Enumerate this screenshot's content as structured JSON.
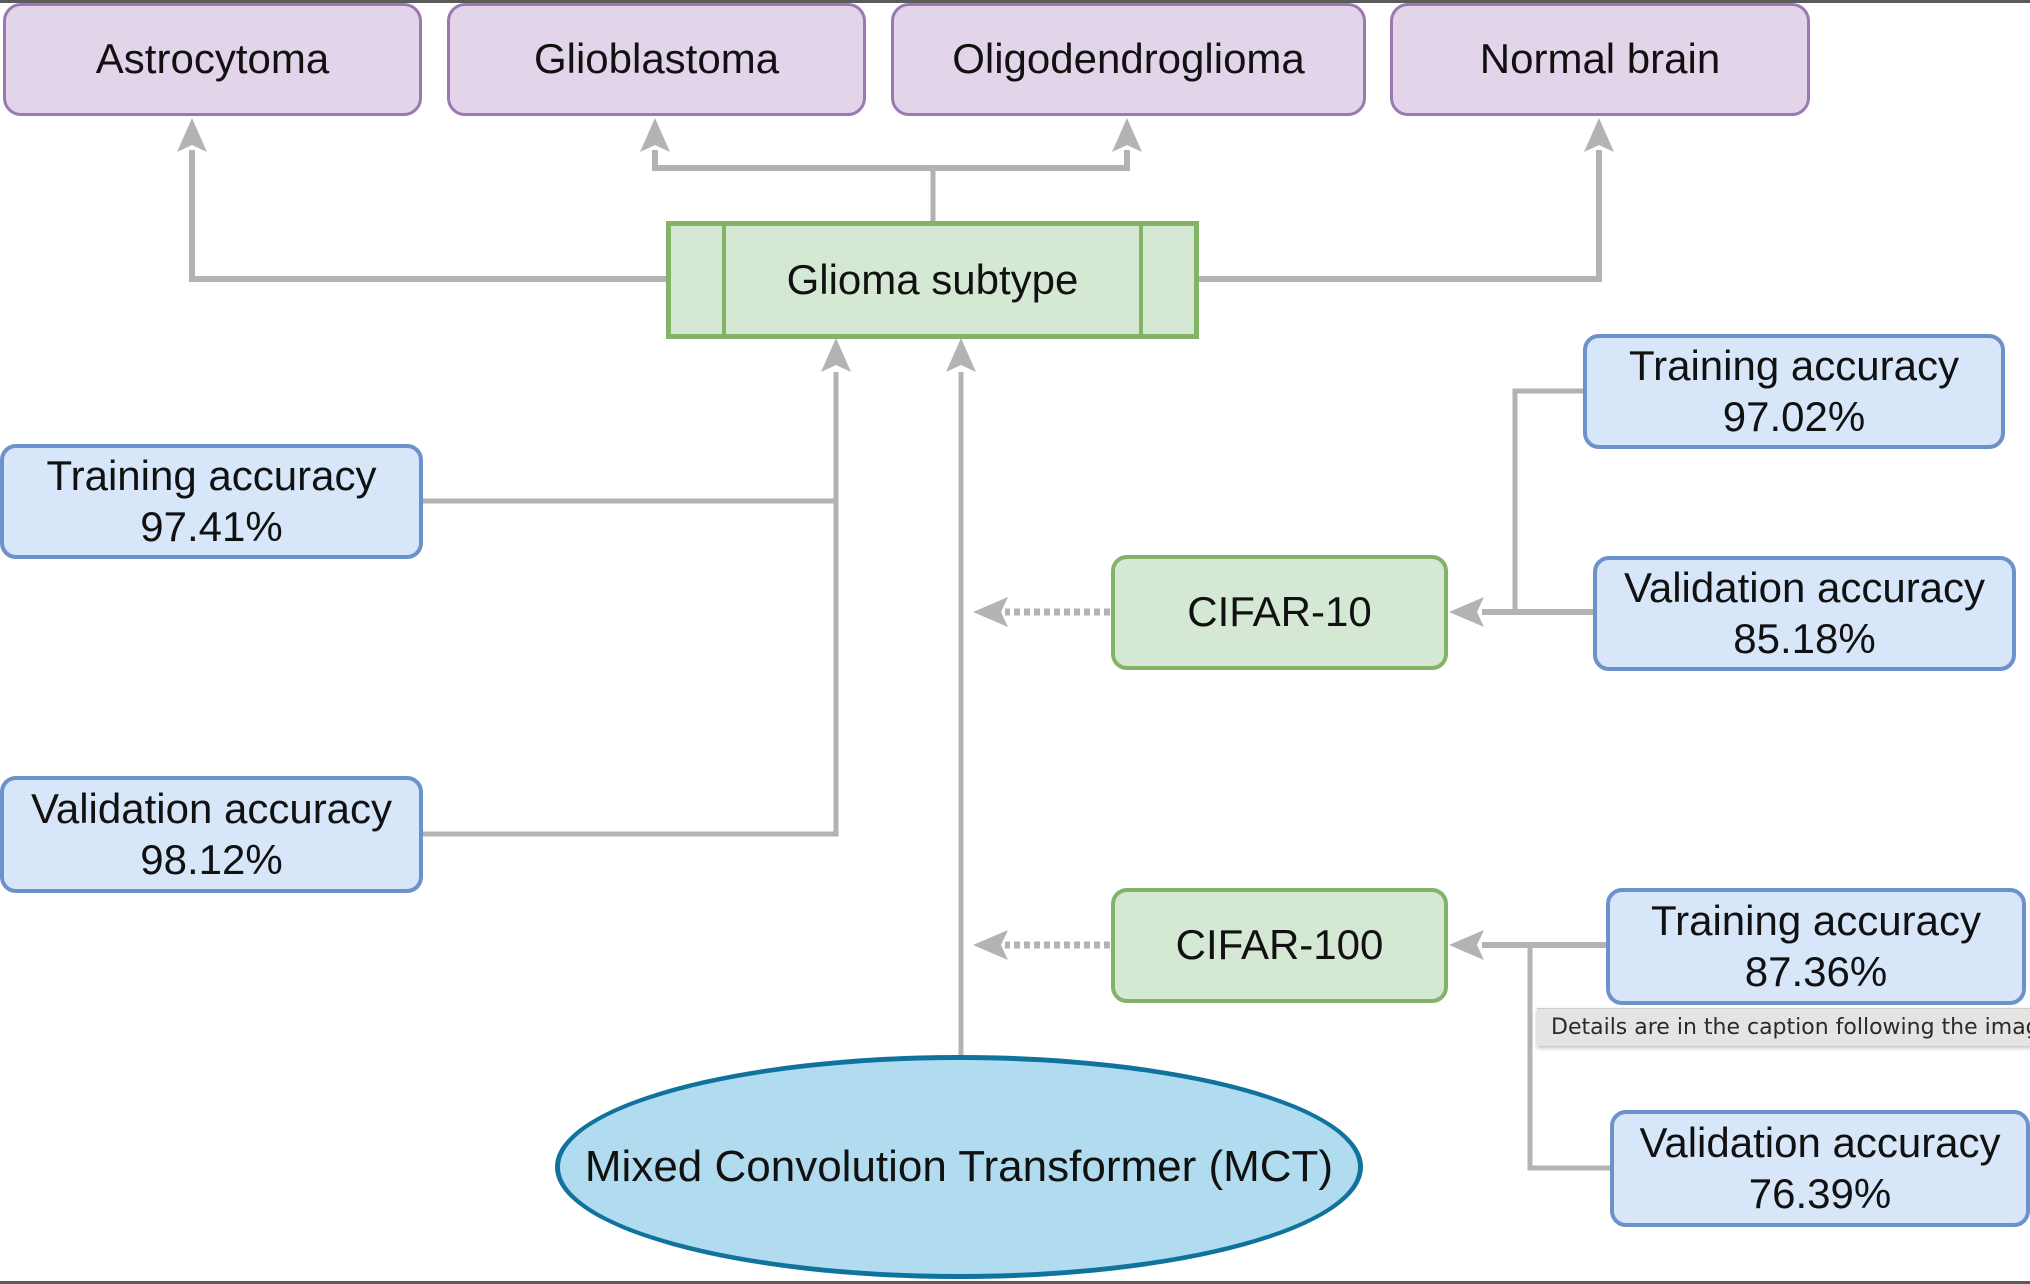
{
  "diagram": {
    "outputs": [
      {
        "label": "Astrocytoma"
      },
      {
        "label": "Glioblastoma"
      },
      {
        "label": "Oligodendroglioma"
      },
      {
        "label": "Normal brain"
      }
    ],
    "classifier": {
      "label": "Glioma subtype"
    },
    "glioma_metrics": {
      "training": {
        "label": "Training accuracy",
        "value": "97.41%"
      },
      "validation": {
        "label": "Validation accuracy",
        "value": "98.12%"
      }
    },
    "datasets": [
      {
        "label": "CIFAR-10",
        "training": {
          "label": "Training accuracy",
          "value": "97.02%"
        },
        "validation": {
          "label": "Validation accuracy",
          "value": "85.18%"
        }
      },
      {
        "label": "CIFAR-100",
        "training": {
          "label": "Training accuracy",
          "value": "87.36%"
        },
        "validation": {
          "label": "Validation accuracy",
          "value": "76.39%"
        }
      }
    ],
    "model": {
      "label": "Mixed Convolution Transformer (MCT)"
    },
    "tooltip": "Details are in the caption following the image",
    "colors": {
      "output_fill": "#e2d5e9",
      "output_border": "#9a78b0",
      "metric_fill": "#d7e6f8",
      "metric_border": "#6c92c9",
      "dataset_fill": "#d5e8d4",
      "dataset_border": "#82b366",
      "model_fill": "#b1dcf0",
      "model_border": "#10739e",
      "connector": "#b3b3b3"
    }
  }
}
